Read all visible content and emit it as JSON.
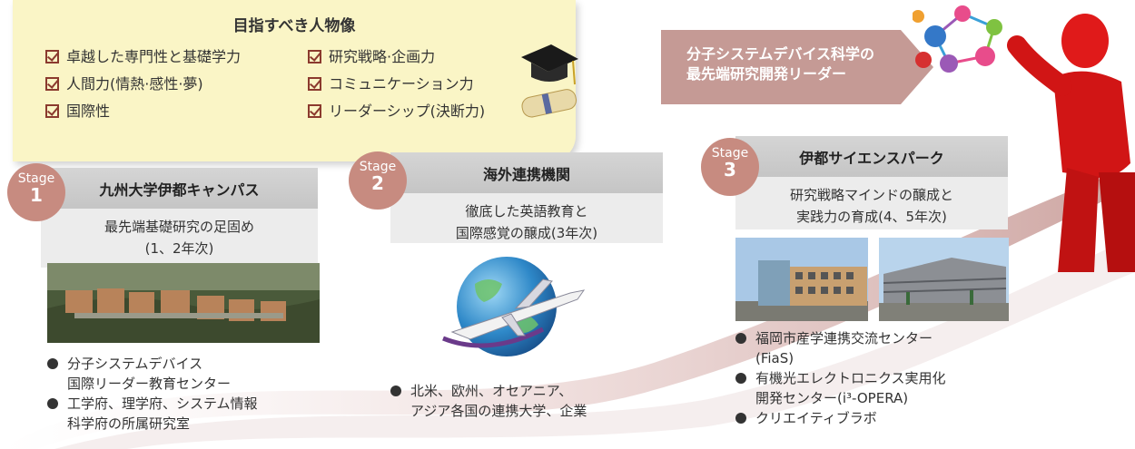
{
  "ideal": {
    "title": "目指すべき人物像",
    "left_items": [
      "卓越した専門性と基礎学力",
      "人間力(情熱·感性·夢)",
      "国際性"
    ],
    "right_items": [
      "研究戦略·企画力",
      "コミュニケーション力",
      "リーダーシップ(決断力)"
    ]
  },
  "goal": {
    "line1": "分子システムデバイス科学の",
    "line2": "最先端研究開発リーダー"
  },
  "stages": [
    {
      "stage_word": "Stage",
      "number": "1",
      "title": "九州大学伊都キャンパス",
      "desc": [
        "最先端基礎研究の足固め",
        "(1、2年次)"
      ],
      "bullets": [
        [
          "分子システムデバイス",
          "国際リーダー教育センター"
        ],
        [
          "工学府、理学府、システム情報",
          "科学府の所属研究室"
        ]
      ]
    },
    {
      "stage_word": "Stage",
      "number": "2",
      "title": "海外連携機関",
      "desc": [
        "徹底した英語教育と",
        "国際感覚の醸成(3年次)"
      ],
      "bullets": [
        [
          "北米、欧州、オセアニア、",
          "アジア各国の連携大学、企業"
        ]
      ]
    },
    {
      "stage_word": "Stage",
      "number": "3",
      "title": "伊都サイエンスパーク",
      "desc": [
        "研究戦略マインドの醸成と",
        "実践力の育成(4、5年次)"
      ],
      "bullets": [
        [
          "福岡市産学連携交流センター",
          "(FiaS)"
        ],
        [
          "有機光エレクトロニクス実用化",
          "開発センター(i³-OPERA)"
        ],
        [
          "クリエイティブラボ",
          ""
        ]
      ]
    }
  ],
  "colors": {
    "badge": "#c78b80",
    "arrow": "#c59a95",
    "ideal_bg": "#faf5c6",
    "check": "#8b3a2e",
    "figure": "#e01a1a"
  }
}
